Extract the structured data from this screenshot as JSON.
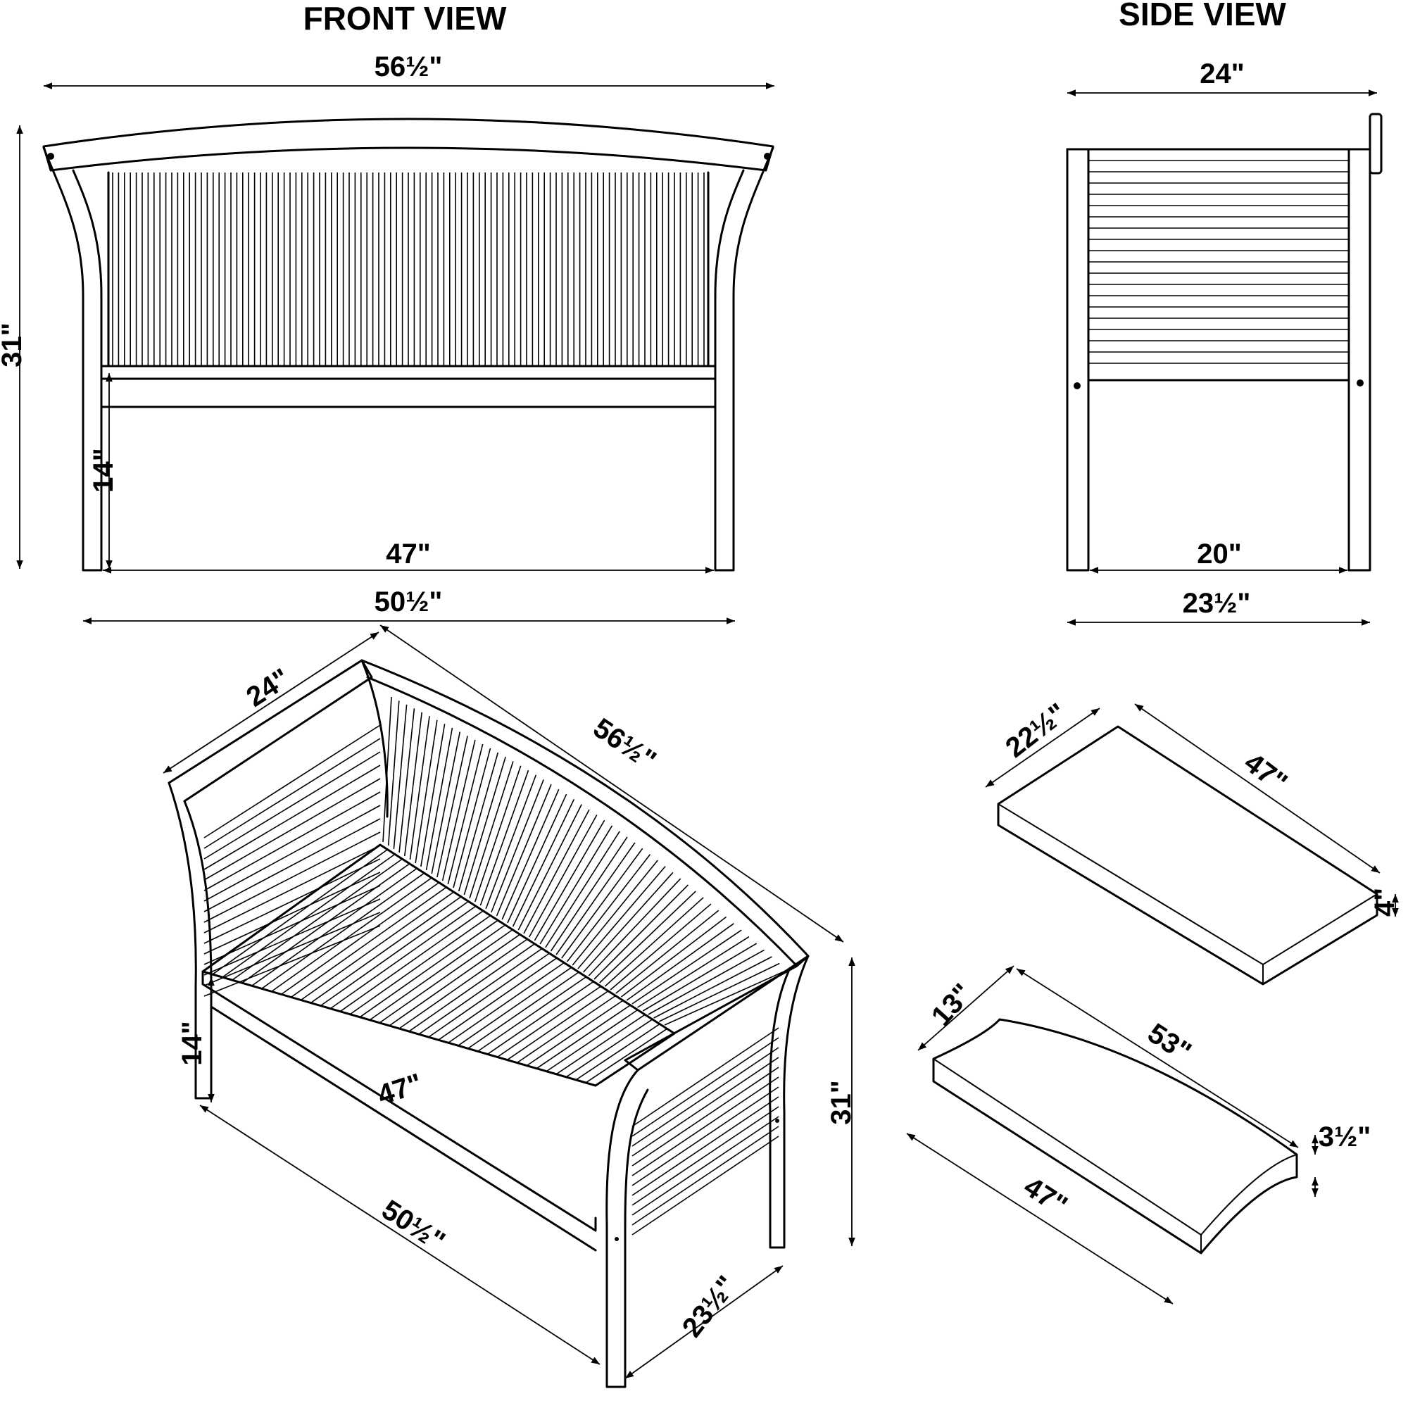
{
  "views": {
    "front_title": "FRONT VIEW",
    "side_title": "SIDE VIEW"
  },
  "front": {
    "overall_width": "56½\"",
    "height": "31\"",
    "seat_height": "14\"",
    "inner_width": "47\"",
    "base_width": "50½\""
  },
  "side": {
    "top_depth": "24\"",
    "inner_depth": "20\"",
    "base_depth": "23½\""
  },
  "iso_bench": {
    "depth_top": "24\"",
    "back_length": "56½\"",
    "seat_height": "14\"",
    "seat_width": "47\"",
    "total_height": "31\"",
    "base_length": "50½\"",
    "base_depth": "23½\""
  },
  "seat_cushion": {
    "depth": "22½\"",
    "length": "47\"",
    "thickness": "4\""
  },
  "back_cushion": {
    "height": "13\"",
    "top_length": "53\"",
    "thickness": "3½\"",
    "bottom_length": "47\""
  }
}
